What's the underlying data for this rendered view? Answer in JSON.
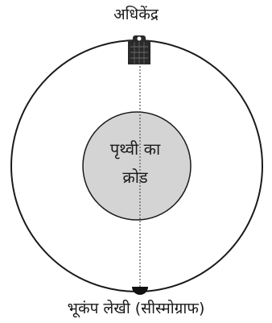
{
  "epicenter_label": "अधिकेंद्र",
  "core_label_line1": "पृथ्वी का",
  "core_label_line2": "क्रोड",
  "seismograph_label": "भूकंप लेखी (सीस्मोग्राफ)",
  "colors": {
    "outline": "#1a1a1a",
    "core_fill": "#d4d4d4",
    "building": "#2a2a2a",
    "seismograph_dot": "#111111"
  },
  "icons": {
    "epicenter_marker": "building-icon",
    "seismograph_marker": "dot-icon"
  }
}
